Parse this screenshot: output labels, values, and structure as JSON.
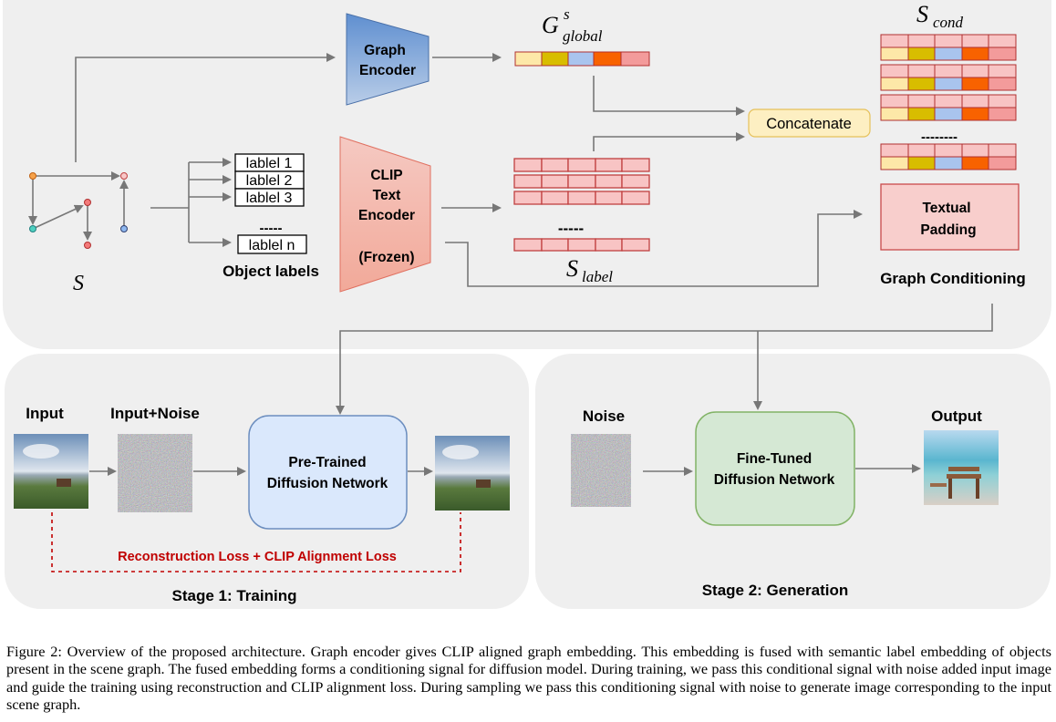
{
  "figure": {
    "graph": {
      "symbol": "S",
      "object_labels_title": "Object labels",
      "labels": [
        "lablel 1",
        "lablel 2",
        "lablel 3",
        "-----",
        "lablel n"
      ]
    },
    "graph_encoder": {
      "line1": "Graph",
      "line2": "Encoder",
      "color": "#4a7ec0"
    },
    "clip_encoder": {
      "line1": "CLIP",
      "line2": "Text",
      "line3": "Encoder",
      "line4": "(Frozen)",
      "color": "#f4b8ae"
    },
    "g_global": {
      "base": "G",
      "sup": "s",
      "sub": "global"
    },
    "s_label": {
      "base": "S",
      "sub": "label",
      "dashes": "-----"
    },
    "s_cond": {
      "base": "S",
      "sub": "cond",
      "dashes": "--------"
    },
    "concatenate": "Concatenate",
    "textual_padding": {
      "line1": "Textual",
      "line2": "Padding"
    },
    "graph_conditioning": "Graph Conditioning",
    "stage1": {
      "input_label": "Input",
      "input_noise_label": "Input+Noise",
      "network": {
        "line1": "Pre-Trained",
        "line2": "Diffusion Network"
      },
      "loss_label": "Reconstruction Loss + CLIP Alignment Loss",
      "title": "Stage 1: Training"
    },
    "stage2": {
      "noise_label": "Noise",
      "network": {
        "line1": "Fine-Tuned",
        "line2": "Diffusion Network"
      },
      "output_label": "Output",
      "title": "Stage 2: Generation"
    },
    "colors": {
      "yellow_light": "#fde8a8",
      "yellow_dark": "#d8bd00",
      "blue_light": "#a9c4ee",
      "orange": "#f86200",
      "red_light": "#f8c4c4",
      "red_mid": "#f39b9b",
      "panel": "#efefef",
      "blue_box": "#dae8fc",
      "green_box": "#d5e8d4",
      "loss_red": "#c00000"
    }
  },
  "caption": "Figure 2: Overview of the proposed architecture. Graph encoder gives CLIP aligned graph embedding. This embedding is fused with semantic label embedding of objects present in the scene graph. The fused embedding forms a conditioning signal for diffusion model. During training, we pass this conditional signal with noise added input image and guide the training using reconstruction and CLIP alignment loss. During sampling we pass this conditioning signal with noise to generate image corresponding to the input scene graph."
}
